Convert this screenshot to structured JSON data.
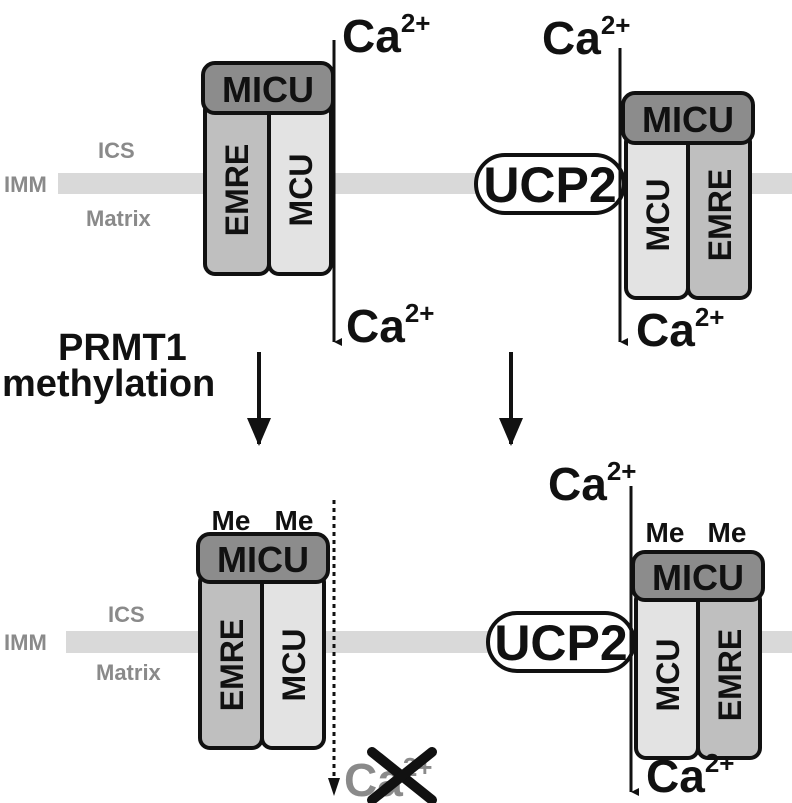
{
  "membrane": {
    "imm_label": "IMM",
    "ics_label": "ICS",
    "matrix_label": "Matrix"
  },
  "proteins": {
    "micu": "MICU",
    "emre": "EMRE",
    "mcu": "MCU",
    "ucp2": "UCP2"
  },
  "ion": {
    "symbol": "Ca",
    "charge": "2+"
  },
  "modification": {
    "methyl": "Me",
    "step_line1": "PRMT1",
    "step_line2": "methylation"
  },
  "colors": {
    "membrane": "#d9d9d9",
    "micu_fill": "#8c8c8c",
    "emre_fill": "#bfbfbf",
    "mcu_fill": "#e3e3e3",
    "label_gray": "#8a8a8a"
  }
}
